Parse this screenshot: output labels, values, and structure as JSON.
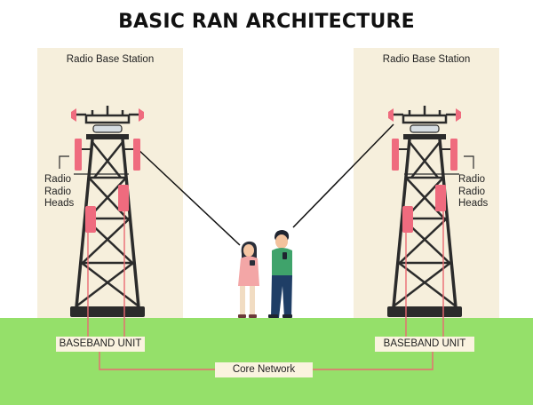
{
  "title": "BASIC RAN ARCHITECTURE",
  "left_station": {
    "label": "Radio Base Station",
    "rrh_lines": [
      "Radio",
      "Radio",
      "Heads"
    ],
    "baseband": "BASEBAND UNIT"
  },
  "right_station": {
    "label": "Radio Base Station",
    "rrh_lines": [
      "Radio",
      "Radio",
      "Heads"
    ],
    "baseband": "BASEBAND UNIT"
  },
  "core_network": "Core Network",
  "colors": {
    "panel": "#f6efdc",
    "ground": "#95e06a",
    "tower": "#2b2b2b",
    "antenna": "#ef6b7e",
    "link": "#ea6a72",
    "box": "#faf3df"
  }
}
